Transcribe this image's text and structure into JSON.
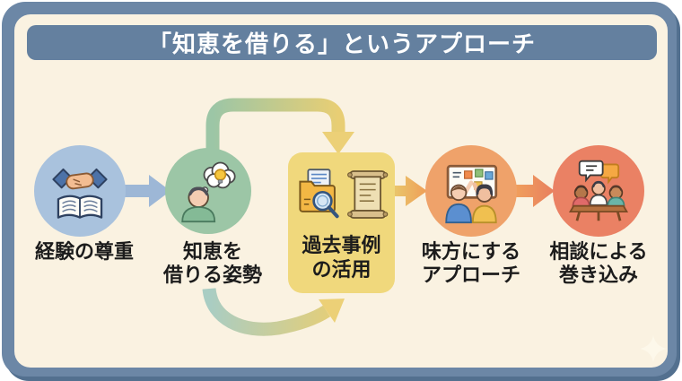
{
  "title": "「知恵を借りる」というアプローチ",
  "frame": {
    "border_color": "#6c87a6",
    "panel_color": "#faf2e1",
    "title_bar_color": "#64809f"
  },
  "nodes": [
    {
      "id": "experience-respect",
      "shape": "circle",
      "fill": "#a9c2dd",
      "icon": "handshake-book-icon",
      "label": {
        "line1": "経験の尊重",
        "line2": ""
      }
    },
    {
      "id": "wisdom-borrowing",
      "shape": "circle",
      "fill": "#9cc6a6",
      "icon": "person-idea-icon",
      "label": {
        "line1": "知恵を",
        "line2": "借りる姿勢"
      }
    },
    {
      "id": "past-cases",
      "shape": "rounded-rect",
      "fill": "#f0d87c",
      "icon": "folder-search-scroll-icon",
      "label": {
        "line1": "過去事例",
        "line2": "の活用"
      }
    },
    {
      "id": "ally-approach",
      "shape": "circle",
      "fill": "#efa26a",
      "icon": "whiteboard-collaboration-icon",
      "label": {
        "line1": "味方にする",
        "line2": "アプローチ"
      }
    },
    {
      "id": "consultation-involvement",
      "shape": "circle",
      "fill": "#ea8164",
      "icon": "meeting-discussion-icon",
      "label": {
        "line1": "相談による",
        "line2": "巻き込み"
      }
    }
  ],
  "connectors": {
    "arrow_1_2": {
      "from": "experience-respect",
      "to": "wisdom-borrowing",
      "color": "#9db7d6"
    },
    "arrow_3_4": {
      "from": "past-cases",
      "to": "ally-approach",
      "color_start": "#e9c76c",
      "color_end": "#ef9e57"
    },
    "arrow_4_5": {
      "from": "ally-approach",
      "to": "consultation-involvement",
      "color_start": "#f09f5c",
      "color_end": "#e87f5f"
    },
    "top_curve": {
      "from": "wisdom-borrowing",
      "to": "past-cases",
      "color_start": "#9cc6a6",
      "color_end": "#e8ce74"
    },
    "bottom_curve": {
      "from": "wisdom-borrowing",
      "to": "past-cases",
      "color_start": "#a9cdc3",
      "color_end": "#e8ce74"
    }
  },
  "decorations": {
    "sparkle": "sparkle-icon",
    "sparkle_color": "#fdf8ea"
  }
}
